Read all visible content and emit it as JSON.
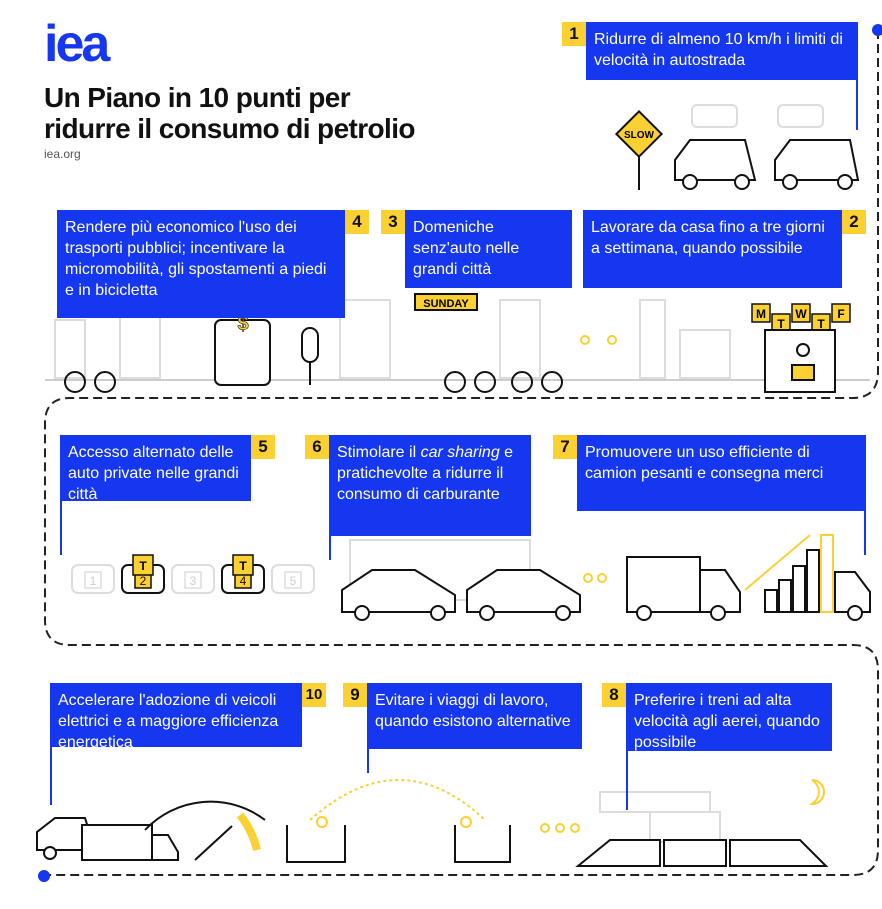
{
  "header": {
    "logo": "iea",
    "title_line1": "Un Piano in 10 punti per",
    "title_line2": "ridurre il consumo di petrolio",
    "site": "iea.org"
  },
  "points": [
    {
      "n": "1",
      "text": "Ridurre di almeno 10 km/h i limiti di velocità in autostrada"
    },
    {
      "n": "2",
      "text": "Lavorare da casa fino a tre giorni a settimana, quando possibile"
    },
    {
      "n": "3",
      "text": "Domeniche senz'auto nelle grandi città"
    },
    {
      "n": "4",
      "text": "Rendere più economico l'uso dei trasporti pubblici; incentivare la micromobilità, gli spostamenti a piedi e in bicicletta"
    },
    {
      "n": "5",
      "text": "Accesso alternato delle auto private nelle grandi città"
    },
    {
      "n": "6",
      "text_a": "Stimolare il ",
      "text_em": "car sharing",
      "text_b": " e pratichevolte a ridurre il consumo di carburante"
    },
    {
      "n": "7",
      "text": "Promuovere un uso efficiente di camion pesanti e consegna merci"
    },
    {
      "n": "8",
      "text": "Preferire i treni ad alta velocità agli aerei, quando possibile"
    },
    {
      "n": "9",
      "text": "Evitare i viaggi di lavoro, quando esistono alternative"
    },
    {
      "n": "10",
      "text": "Accelerare l'adozione di veicoli elettrici e a maggiore efficienza energetica"
    }
  ],
  "illustration_labels": {
    "slow_sign": "SLOW",
    "sunday_sign": "SUNDAY",
    "weekdays": [
      "M",
      "T",
      "W",
      "T",
      "F"
    ],
    "plates": [
      "1",
      "2",
      "3",
      "4",
      "5"
    ],
    "taxi": "T",
    "dollar": "$"
  },
  "colors": {
    "blue": "#1537f0",
    "yellow": "#fbd033",
    "gray": "#d8d8d8"
  }
}
